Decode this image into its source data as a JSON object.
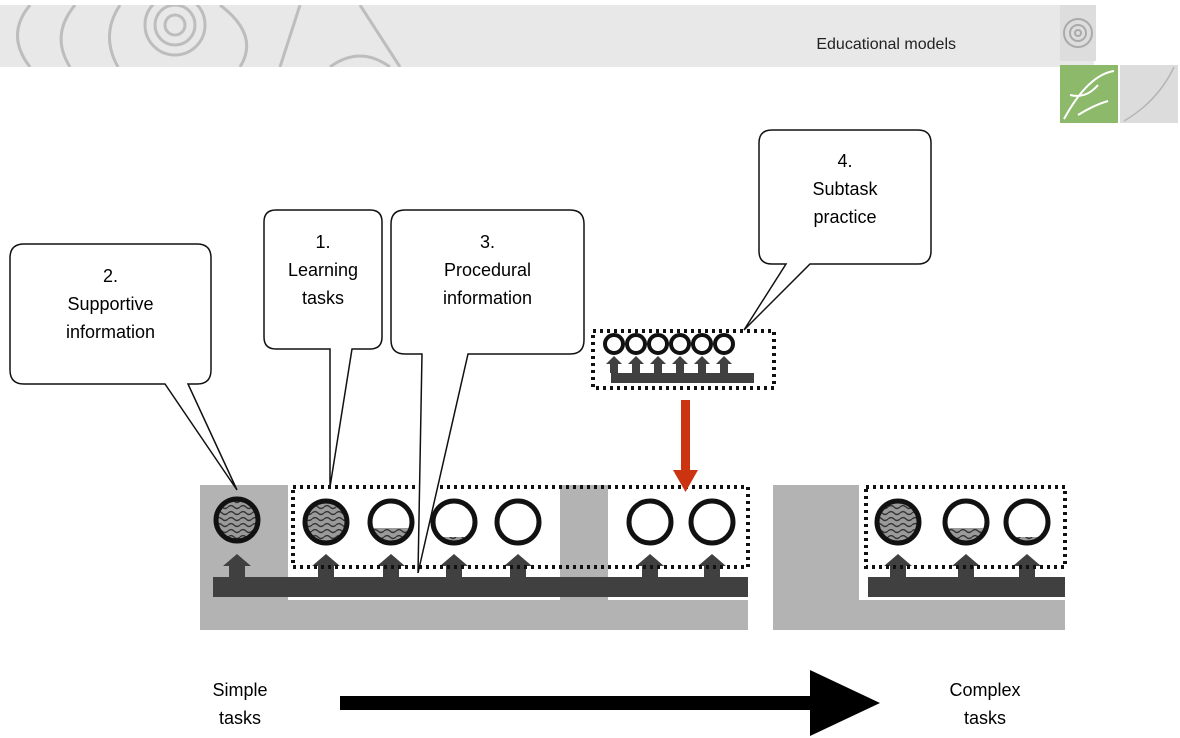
{
  "header": {
    "title": "Educational models"
  },
  "callouts": {
    "learning_tasks": {
      "number": "1.",
      "line1": "Learning",
      "line2": "tasks"
    },
    "supportive_info": {
      "number": "2.",
      "line1": "Supportive",
      "line2": "information"
    },
    "procedural_info": {
      "number": "3.",
      "line1": "Procedural",
      "line2": "information"
    },
    "subtask_practice": {
      "number": "4.",
      "line1": "Subtask",
      "line2": "practice"
    }
  },
  "axis": {
    "left_line1": "Simple",
    "left_line2": "tasks",
    "right_line1": "Complex",
    "right_line2": "tasks"
  },
  "colors": {
    "banner": "#e8e8e8",
    "grey_block": "#b3b3b3",
    "dark_bar": "#404040",
    "arrow_red": "#cc3311",
    "leaf_green": "#8db96a"
  }
}
